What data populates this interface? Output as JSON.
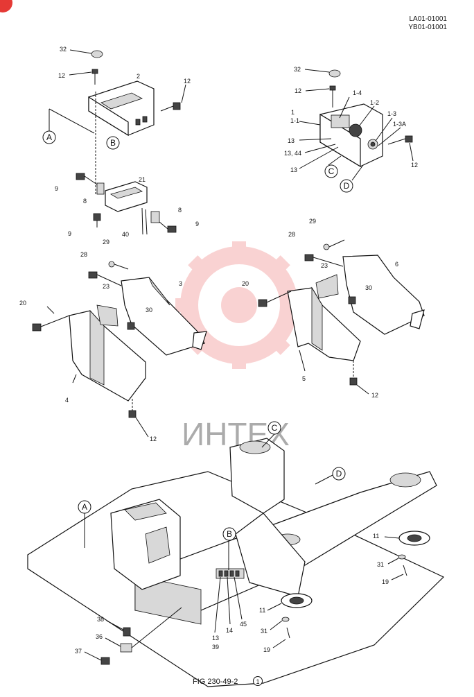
{
  "header": {
    "code_line1": "LA01-01001",
    "code_line2": "YB01-01001"
  },
  "watermark": {
    "text": "ИНТЕХ",
    "color": "#e53935"
  },
  "caption": {
    "text": "FIG 230-49-2",
    "circled": "1"
  },
  "callouts": [
    "A",
    "B",
    "C",
    "D"
  ],
  "part_numbers": {
    "p1": "1",
    "p1_1": "1-1",
    "p1_2": "1-2",
    "p1_3": "1-3",
    "p1_3a": "1-3A",
    "p1_4": "1-4",
    "p2": "2",
    "p3": "3",
    "p4": "4",
    "p5": "5",
    "p6": "6",
    "p8": "8",
    "p9": "9",
    "p11": "11",
    "p12": "12",
    "p13": "13",
    "p13_44": "13, 44",
    "p14": "14",
    "p19": "19",
    "p20": "20",
    "p21": "21",
    "p23": "23",
    "p28": "28",
    "p29": "29",
    "p30": "30",
    "p31": "31",
    "p32": "32",
    "p36": "36",
    "p37": "37",
    "p38": "38",
    "p39": "39",
    "p40": "40",
    "p45": "45"
  }
}
